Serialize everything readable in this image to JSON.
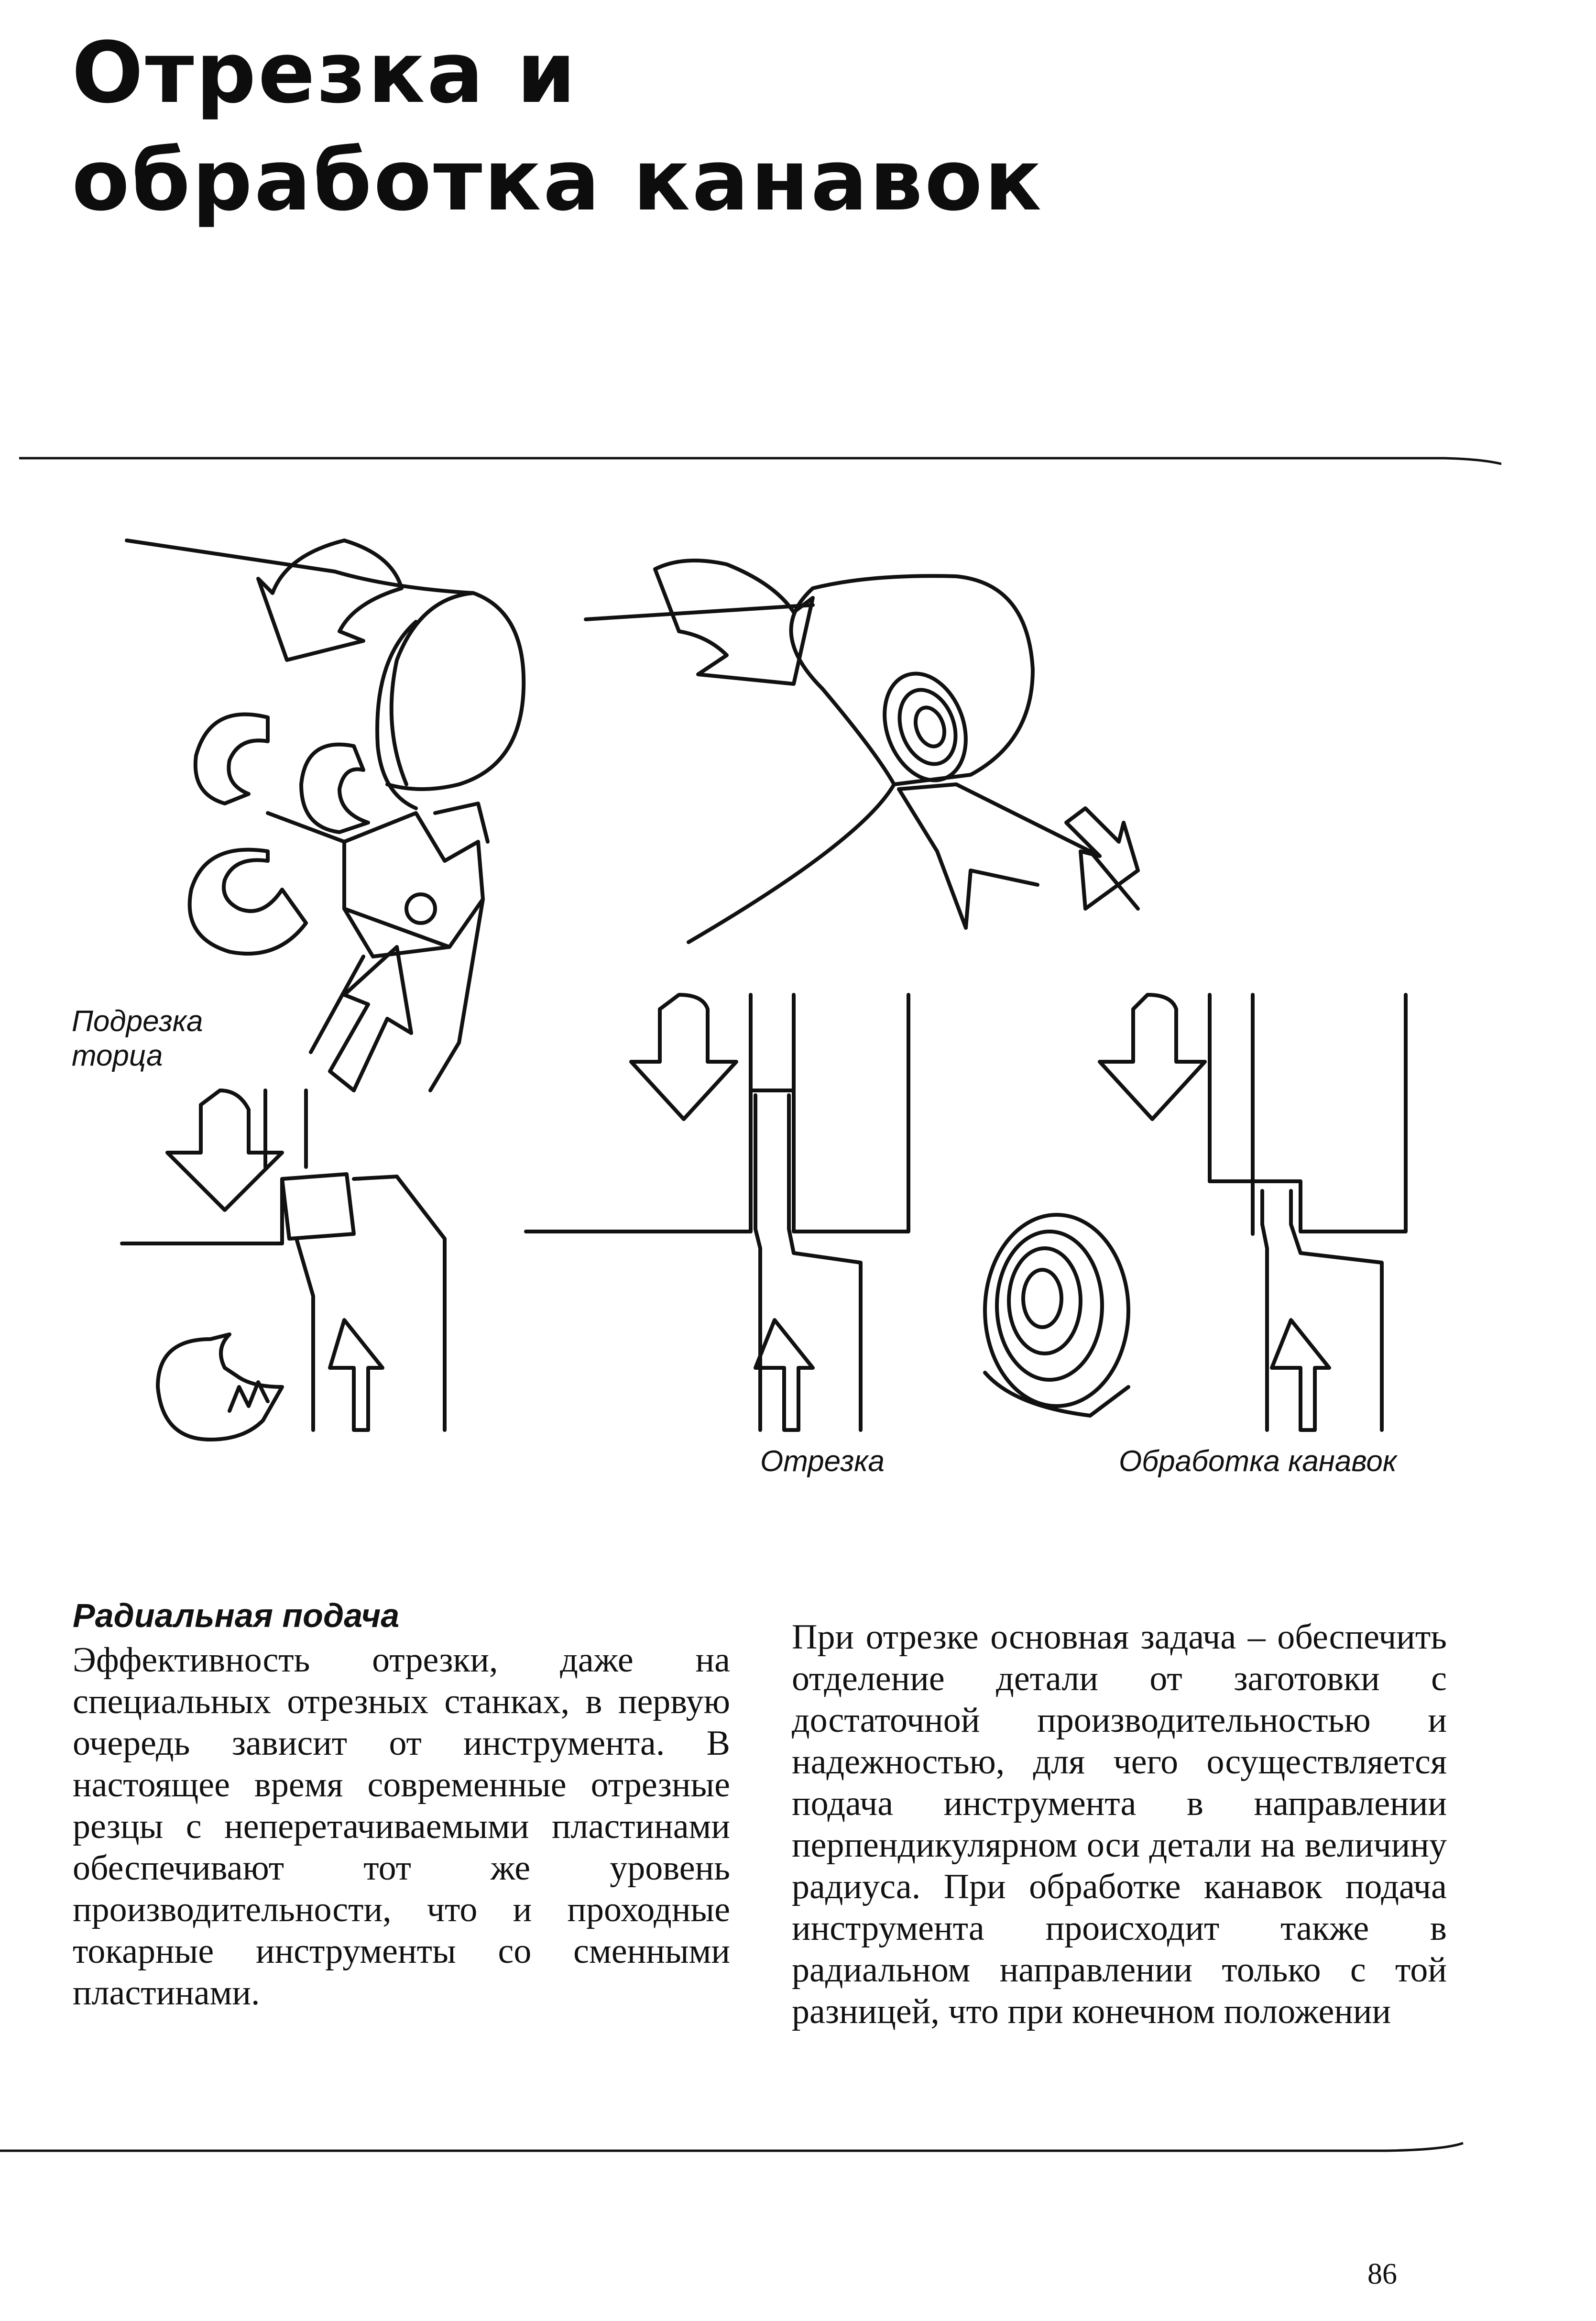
{
  "page": {
    "title_line1": "Отрезка и",
    "title_line2": "обработка канавок",
    "page_number": "86"
  },
  "figure": {
    "caption_facing_1": "Подрезка",
    "caption_facing_2": "торца",
    "caption_parting": "Отрезка",
    "caption_grooving": "Обработка канавок"
  },
  "section": {
    "heading": "Радиальная подача",
    "left_paragraph": "Эффективность отрезки, даже на специальных отрезных станках, в первую очередь зависит от инструмента. В настоящее время современные отрезные резцы с неперетачиваемыми пластинами обеспечивают тот же уровень производительности, что и проходные токарные инструменты со сменными пластинами.",
    "right_paragraph": "При отрезке основная задача – обеспечить отделение детали от заготовки с достаточной производительностью и надежностью, для чего осуществляется подача инструмента в направлении перпендикулярном оси детали на величину радиуса. При обработке канавок подача инструмента происходит также в радиальном направлении только с той разницей, что при конечном положении"
  }
}
